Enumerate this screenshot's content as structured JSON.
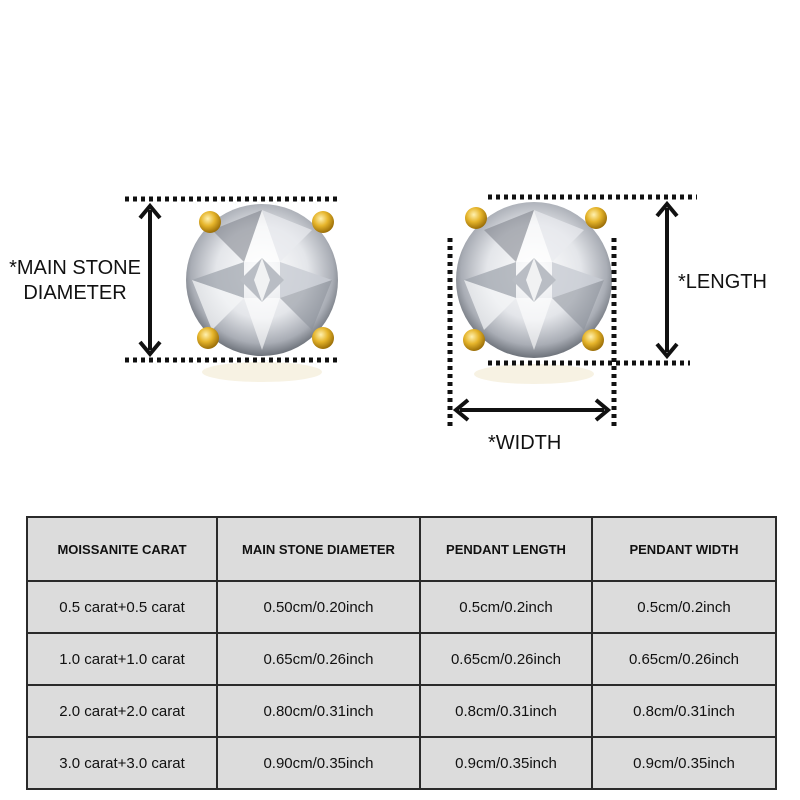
{
  "diagram": {
    "main_stone_label_line1": "*MAIN STONE",
    "main_stone_label_line2": "DIAMETER",
    "length_label": "*LENGTH",
    "width_label": "*WIDTH"
  },
  "table": {
    "headers": [
      "MOISSANITE CARAT",
      "MAIN STONE DIAMETER",
      "PENDANT LENGTH",
      "PENDANT WIDTH"
    ],
    "rows": [
      [
        "0.5 carat+0.5 carat",
        "0.50cm/0.20inch",
        "0.5cm/0.2inch",
        "0.5cm/0.2inch"
      ],
      [
        "1.0 carat+1.0 carat",
        "0.65cm/0.26inch",
        "0.65cm/0.26inch",
        "0.65cm/0.26inch"
      ],
      [
        "2.0 carat+2.0 carat",
        "0.80cm/0.31inch",
        "0.8cm/0.31inch",
        "0.8cm/0.31inch"
      ],
      [
        "3.0 carat+3.0 carat",
        "0.90cm/0.35inch",
        "0.9cm/0.35inch",
        "0.9cm/0.35inch"
      ]
    ]
  },
  "colors": {
    "prong_gold": "#d9a520",
    "table_fill": "#dcdcdc",
    "border": "#2a2a2a"
  }
}
